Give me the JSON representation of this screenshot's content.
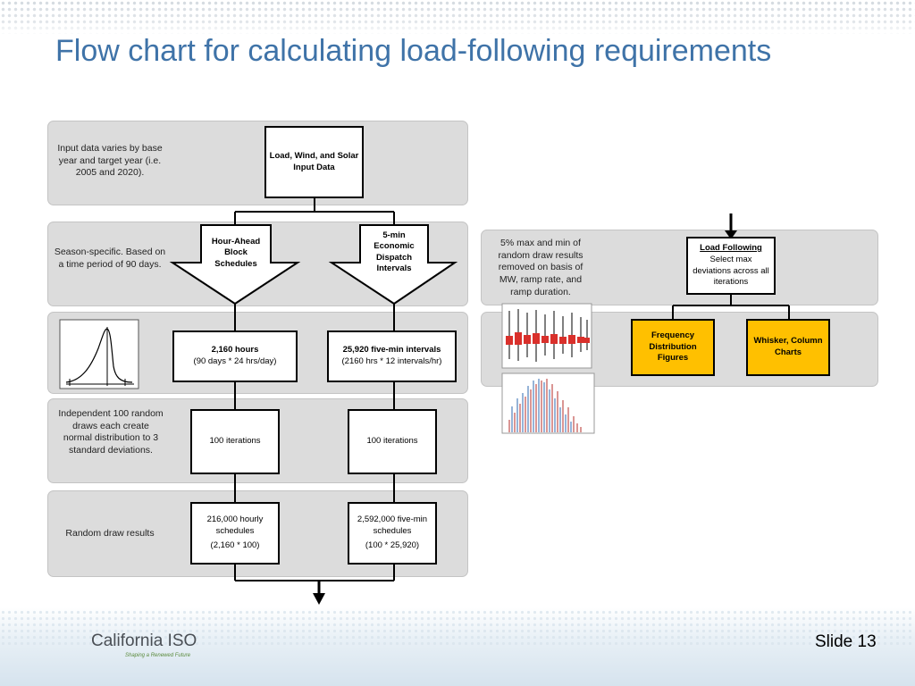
{
  "slide": {
    "title": "Flow chart for calculating load-following requirements",
    "slide_number": "Slide 13",
    "logo": {
      "name": "California ISO",
      "tagline": "Shaping a Renewed Future"
    }
  },
  "left_column": {
    "bands": [
      {
        "note": "Input data varies by base year and target year (i.e. 2005 and 2020)."
      },
      {
        "note": "Season-specific. Based on a time period of 90 days."
      },
      {
        "note": ""
      },
      {
        "note": "Independent 100 random draws each create normal distribution to 3 standard deviations."
      },
      {
        "note": "Random draw results"
      }
    ],
    "input_box": "Load, Wind, and Solar Input Data",
    "hour_ahead": "Hour-Ahead Block Schedules",
    "five_min": "5-min Economic Dispatch Intervals",
    "hours_box": {
      "title": "2,160 hours",
      "detail": "(90 days * 24 hrs/day)"
    },
    "intervals_box": {
      "title": "25,920 five-min intervals",
      "detail": "(2160 hrs * 12 intervals/hr)"
    },
    "iter_left": "100 iterations",
    "iter_right": "100 iterations",
    "result_left": {
      "title": "216,000 hourly schedules",
      "detail": "(2,160 * 100)"
    },
    "result_right": {
      "title": "2,592,000 five-min schedules",
      "detail": "(100 * 25,920)"
    }
  },
  "right_column": {
    "note": "5% max and min of random draw results removed on basis of MW, ramp rate, and ramp duration.",
    "load_following": {
      "title": "Load Following",
      "detail": "Select max deviations across all iterations"
    },
    "freq_box": "Frequency Distribution Figures",
    "whisker_box": "Whisker, Column Charts"
  },
  "colors": {
    "title": "#3f73a8",
    "band": "#dcdcdc",
    "highlight": "#ffc000",
    "line": "#000000"
  }
}
